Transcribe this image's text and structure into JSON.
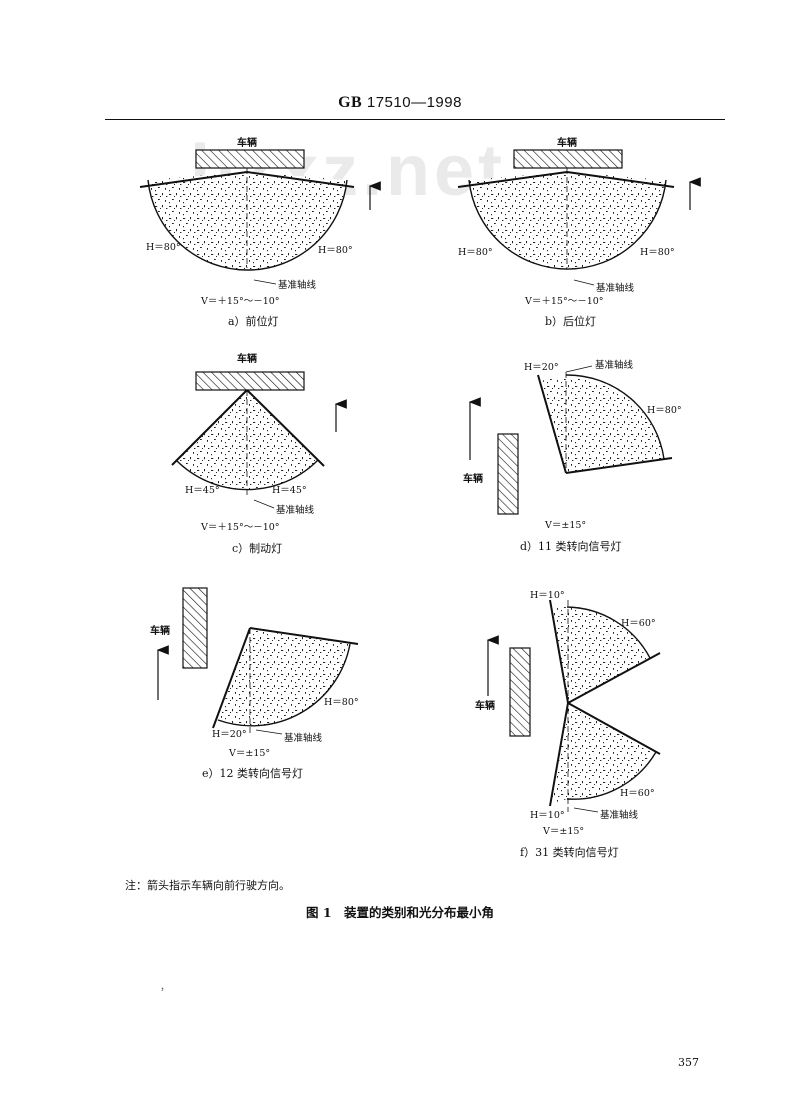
{
  "header": {
    "standard_prefix": "GB",
    "standard_number": " 17510—1998"
  },
  "watermark": "bzxz.net",
  "labels": {
    "vehicle": "车辆",
    "ref_axis": "基准轴线"
  },
  "panels": {
    "a": {
      "caption": "a）前位灯",
      "h_left": "H＝80°",
      "h_right": "H＝80°",
      "v_range": "V＝＋15°～－10°"
    },
    "b": {
      "caption": "b）后位灯",
      "h_left": "H＝80°",
      "h_right": "H＝80°",
      "v_range": "V＝＋15°～－10°"
    },
    "c": {
      "caption": "c）制动灯",
      "h_left": "H＝45°",
      "h_right": "H＝45°",
      "v_range": "V＝＋15°～－10°"
    },
    "d": {
      "caption": "d）11 类转向信号灯",
      "h_top": "H＝20°",
      "h_side": "H＝80°",
      "v_range": "V＝±15°"
    },
    "e": {
      "caption": "e）12 类转向信号灯",
      "h_bottom": "H＝20°",
      "h_side": "H＝80°",
      "v_range": "V＝±15°"
    },
    "f": {
      "caption": "f）31 类转向信号灯",
      "h_top": "H＝10°",
      "h_top_side": "H＝60°",
      "h_bottom_side": "H＝60°",
      "h_bottom": "H＝10°",
      "v_range": "V＝±15°"
    }
  },
  "note": "注：箭头指示车辆向前行驶方向。",
  "figure_title": "图 1　装置的类别和光分布最小角",
  "page_number": "357",
  "stray_mark": "，"
}
